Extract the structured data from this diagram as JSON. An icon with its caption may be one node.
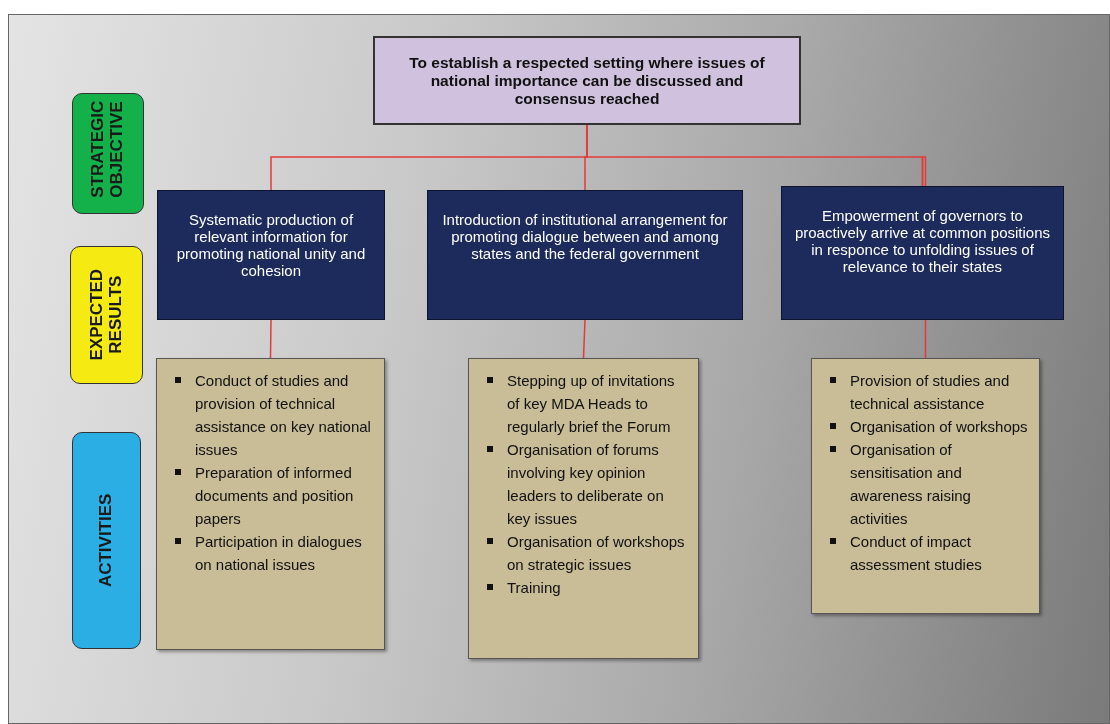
{
  "diagram": {
    "nodes": [
      {
        "text": [
          "To establish a respected setting where issues of national importance can be discussed and consensus reached"
        ]
      },
      {
        "text": [
          "STRATEGIC OBJECTIVE"
        ]
      },
      {
        "text": [
          "EXPECTED RESULTS"
        ]
      },
      {
        "text": [
          "Systematic production of relevant information for promoting national unity and cohesion"
        ]
      },
      {
        "text": [
          "Introduction of institutional arrangement for promoting dialogue between and among states and the federal government"
        ]
      },
      {
        "text": [
          "Empowerment of governors to proactively arrive at common positions in responce to unfolding issues of relevance to their states"
        ]
      },
      {
        "text": [
          "ACTIVITIES"
        ]
      },
      {
        "text": [
          "Conduct of studies and provision of technical assistance on key national issues",
          "Preparation of informed documents and position papers",
          "Participation in dialogues on national issues"
        ]
      },
      {
        "text": [
          "Stepping up of invitations of key MDA Heads to regularly brief the Forum",
          "Organisation of forums involving key opinion leaders to deliberate on key issues",
          "Organisation of workshops on strategic issues",
          "Training"
        ]
      },
      {
        "text": [
          "Provision of studies and technical assistance",
          "Organisation of workshops",
          "Organisation of sensitisation and awareness raising activities",
          "Conduct of impact assessment studies"
        ]
      }
    ],
    "edges": [
      {
        "from": 0,
        "to": 3,
        "arrow": "none"
      },
      {
        "from": 0,
        "to": 4,
        "arrow": "none"
      },
      {
        "from": 0,
        "to": 5,
        "arrow": "none"
      },
      {
        "from": 3,
        "to": 7,
        "arrow": "none"
      },
      {
        "from": 4,
        "to": 8,
        "arrow": "none"
      },
      {
        "from": 5,
        "to": 9,
        "arrow": "none"
      }
    ]
  }
}
